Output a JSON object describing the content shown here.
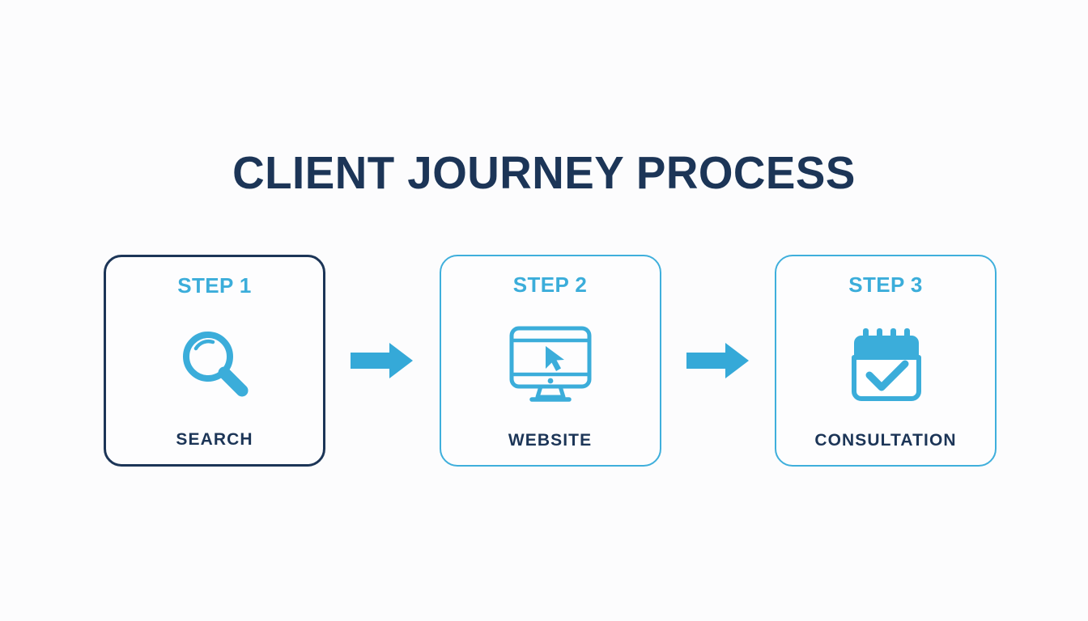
{
  "page": {
    "background_color": "#fcfcfd",
    "title": "CLIENT JOURNEY PROCESS",
    "title_color": "#1c3557"
  },
  "colors": {
    "navy": "#1c3557",
    "light_blue": "#3badda",
    "arrow_blue": "#35a9d8"
  },
  "flow": {
    "steps": [
      {
        "step_label": "STEP 1",
        "name_label": "SEARCH",
        "icon": "magnifier-icon",
        "border_color": "#1c3557",
        "icon_color": "#3badda"
      },
      {
        "step_label": "STEP 2",
        "name_label": "WEBSITE",
        "icon": "monitor-cursor-icon",
        "border_color": "#3fafdc",
        "icon_color": "#3badda"
      },
      {
        "step_label": "STEP 3",
        "name_label": "CONSULTATION",
        "icon": "calendar-check-icon",
        "border_color": "#3fafdc",
        "icon_color": "#3badda"
      }
    ],
    "connectors": [
      {
        "icon": "arrow-right-icon",
        "color": "#35a9d8"
      },
      {
        "icon": "arrow-right-icon",
        "color": "#35a9d8"
      }
    ]
  }
}
